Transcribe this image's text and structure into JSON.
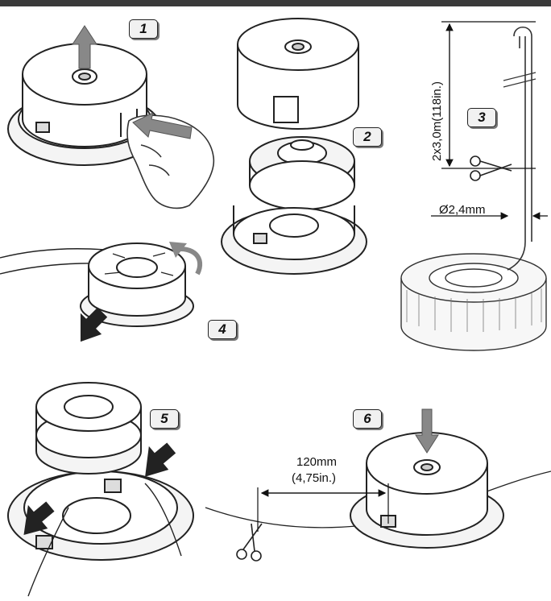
{
  "steps": [
    {
      "number": "1"
    },
    {
      "number": "2"
    },
    {
      "number": "3"
    },
    {
      "number": "4"
    },
    {
      "number": "5"
    },
    {
      "number": "6"
    }
  ],
  "step3": {
    "line_length_label": "2x3,0m(118in.)",
    "diameter_label": "Ø2,4mm"
  },
  "step6": {
    "length_mm_label": "120mm",
    "length_in_label": "(4,75in.)"
  },
  "icons": [
    "arrow-up-icon",
    "arrow-left-icon",
    "arrow-down-icon",
    "arrow-right-icon",
    "rotate-arrow-icon",
    "scissors-icon",
    "hand-icon"
  ]
}
